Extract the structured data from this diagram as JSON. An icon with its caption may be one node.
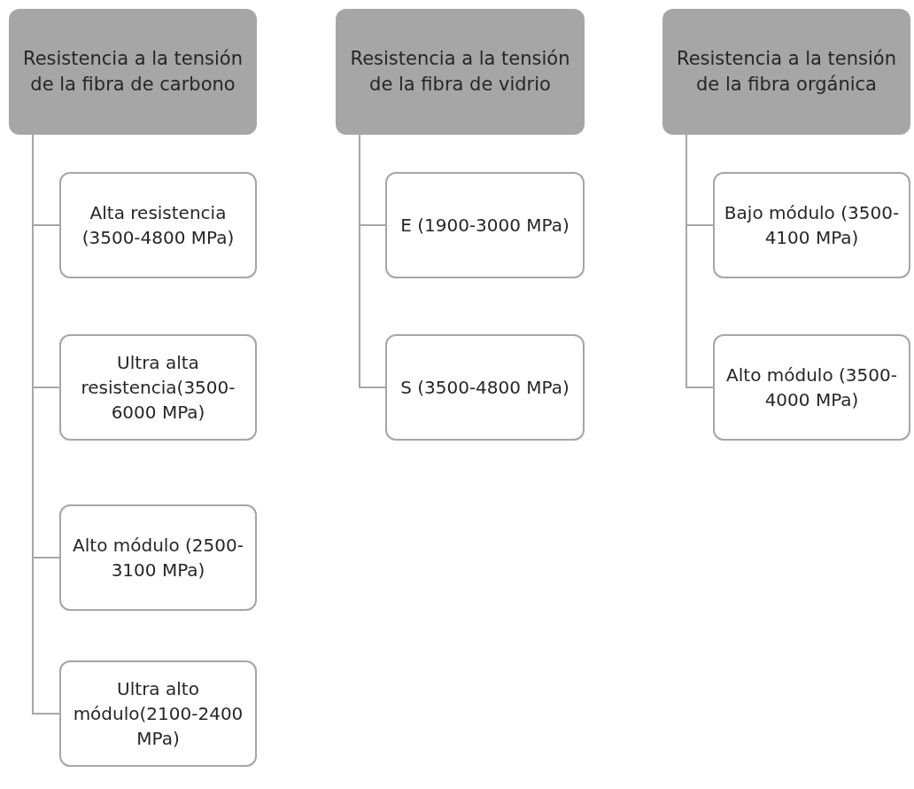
{
  "diagram": {
    "nodes": [
      {
        "text": [
          "Resistencia a la tensión de la fibra de carbono"
        ]
      },
      {
        "text": [
          "Alta resistencia (3500-4800 MPa)"
        ]
      },
      {
        "text": [
          "Ultra alta resistencia(3500-6000 MPa)"
        ]
      },
      {
        "text": [
          "Alto módulo (2500-3100 MPa)"
        ]
      },
      {
        "text": [
          "Ultra alto módulo(2100-2400 MPa)"
        ]
      },
      {
        "text": [
          "Resistencia a la tensión de la fibra de vidrio"
        ]
      },
      {
        "text": [
          "E (1900-3000 MPa)"
        ]
      },
      {
        "text": [
          "S (3500-4800 MPa)"
        ]
      },
      {
        "text": [
          "Resistencia a la tensión de la fibra orgánica"
        ]
      },
      {
        "text": [
          "Bajo módulo (3500-4100 MPa)"
        ]
      },
      {
        "text": [
          "Alto módulo (3500-4000 MPa)"
        ]
      }
    ],
    "edges": [
      {
        "from": 0,
        "to": 1,
        "arrow": "none"
      },
      {
        "from": 0,
        "to": 2,
        "arrow": "none"
      },
      {
        "from": 0,
        "to": 3,
        "arrow": "none"
      },
      {
        "from": 0,
        "to": 4,
        "arrow": "none"
      },
      {
        "from": 5,
        "to": 6,
        "arrow": "none"
      },
      {
        "from": 5,
        "to": 7,
        "arrow": "none"
      },
      {
        "from": 8,
        "to": 9,
        "arrow": "none"
      },
      {
        "from": 8,
        "to": 10,
        "arrow": "none"
      }
    ]
  }
}
